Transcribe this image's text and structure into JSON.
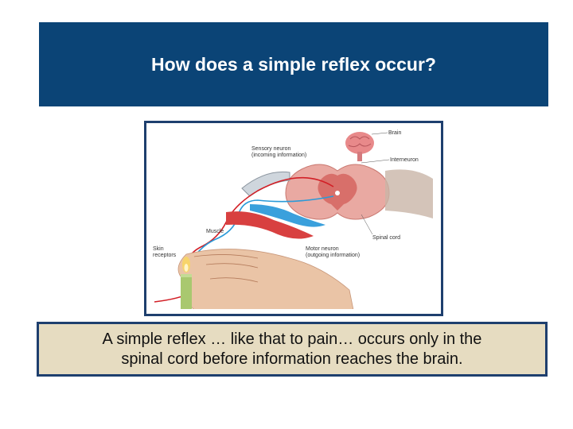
{
  "slide": {
    "title": "How does a simple reflex occur?",
    "caption_line1": "A simple reflex … like that to pain… occurs only in the",
    "caption_line2": "spinal cord before information reaches the brain."
  },
  "figure": {
    "labels": {
      "brain": "Brain",
      "sensory_neuron": "Sensory neuron",
      "sensory_neuron_sub": "(incoming information)",
      "interneuron": "Interneuron",
      "spinal_cord": "Spinal cord",
      "muscle": "Muscle",
      "skin_receptors_1": "Skin",
      "skin_receptors_2": "receptors",
      "motor_neuron": "Motor neuron",
      "motor_neuron_sub": "(outgoing information)"
    }
  },
  "colors": {
    "banner": "#0b4476",
    "frame_border": "#1e3f6e",
    "caption_bg": "#e6dcc1",
    "sensory_path": "#d21f26",
    "motor_path": "#2a9ad8"
  }
}
